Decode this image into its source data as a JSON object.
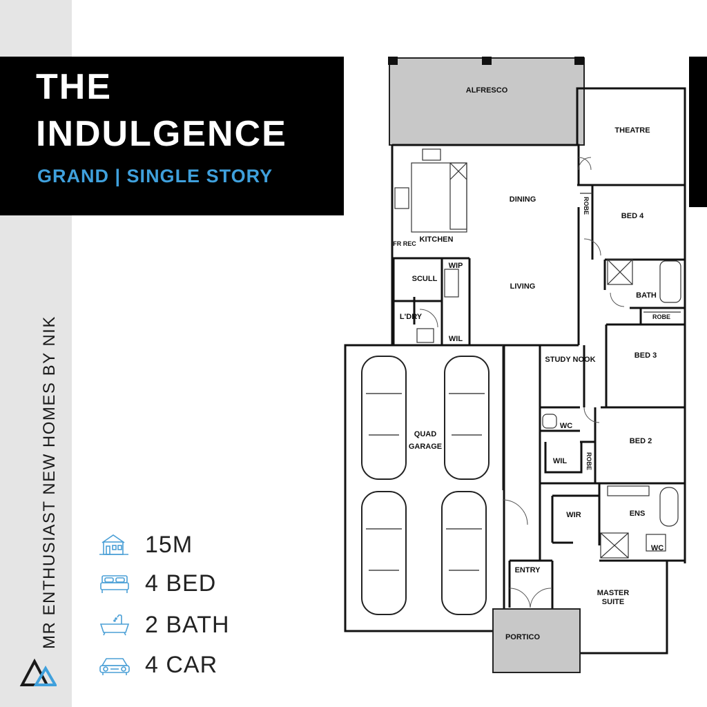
{
  "title": {
    "line1": "THE",
    "line2": "INDULGENCE",
    "subtitle": "GRAND | SINGLE STORY"
  },
  "side_text": "MR ENTHUSIAST NEW HOMES BY NIK",
  "specs": [
    {
      "icon": "house-icon",
      "label": "15M"
    },
    {
      "icon": "bed-icon",
      "label": "4 BED"
    },
    {
      "icon": "bathtub-icon",
      "label": "2 BATH"
    },
    {
      "icon": "car-icon",
      "label": "4 CAR"
    }
  ],
  "colors": {
    "accent": "#3fa0dc",
    "title_bg": "#000000",
    "side_strip": "#e5e5e5",
    "alfresco": "#c8c8c8"
  },
  "rooms": {
    "alfresco": "ALFRESCO",
    "theatre": "THEATRE",
    "dining": "DINING",
    "kitchen": "KITCHEN",
    "bed4": "BED 4",
    "robe_bed4": "ROBE",
    "wip": "WIP",
    "scull": "SCULL",
    "living": "LIVING",
    "bath": "BATH",
    "robe_bath": "ROBE",
    "ldry": "L'DRY",
    "wil_ldry": "WIL",
    "study_nook": "STUDY NOOK",
    "bed3": "BED 3",
    "quad_garage_1": "QUAD",
    "quad_garage_2": "GARAGE",
    "wc1": "WC",
    "bed2": "BED 2",
    "wil_hall": "WIL",
    "robe_bed2": "ROBE",
    "wir": "WIR",
    "ens": "ENS",
    "wc2": "WC",
    "entry": "ENTRY",
    "master_1": "MASTER",
    "master_2": "SUITE",
    "portico": "PORTICO",
    "fr_rec": "FR REC"
  }
}
